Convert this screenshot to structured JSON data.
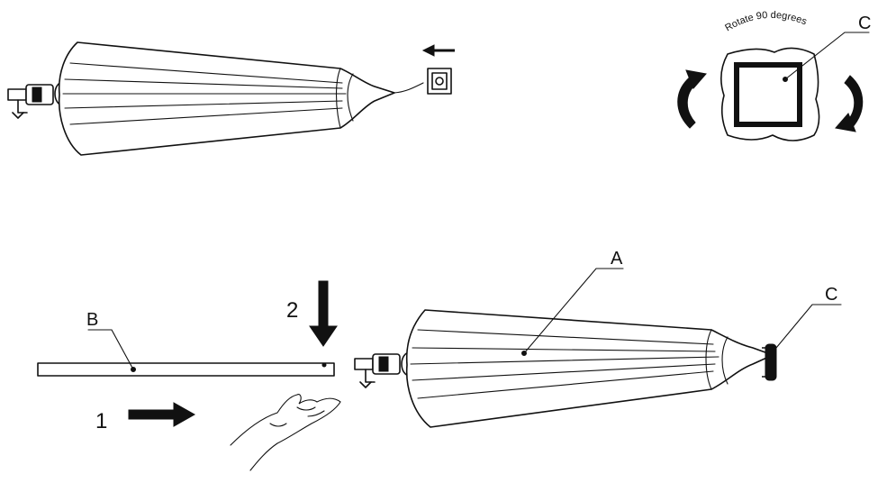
{
  "labels": {
    "a": "A",
    "b": "B",
    "c_top": "C",
    "c_bottom": "C",
    "step_1": "1",
    "step_2": "2",
    "rotate_text": "Rotate 90 degrees"
  }
}
